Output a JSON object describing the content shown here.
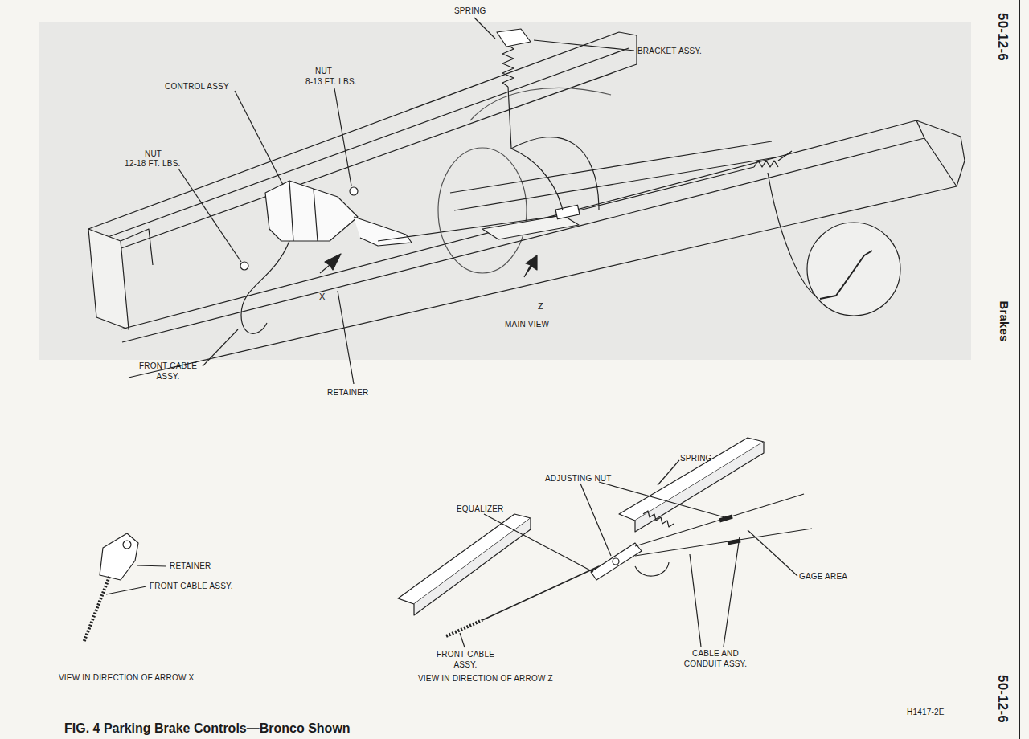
{
  "diagram": {
    "caption": "FIG. 4 Parking Brake Controls—Bronco Shown",
    "labels": [
      "SPRING",
      "BRACKET ASSY.",
      "CONTROL ASSY",
      "NUT",
      "8-13 FT. LBS.",
      "NUT",
      "12-18 FT. LBS.",
      "X",
      "Z",
      "MAIN VIEW",
      "FRONT CABLE ASSY.",
      "RETAINER",
      "SPRING",
      "ADJUSTING NUT",
      "EQUALIZER",
      "RETAINER",
      "FRONT CABLE ASSY.",
      "GAGE AREA",
      "CABLE AND CONDUIT ASSY.",
      "FRONT CABLE ASSY.",
      "VIEW IN DIRECTION OF ARROW X",
      "VIEW IN DIRECTION OF ARROW Z",
      "H1417-2E",
      "50-12-6",
      "Brakes",
      "50-12-6"
    ]
  }
}
